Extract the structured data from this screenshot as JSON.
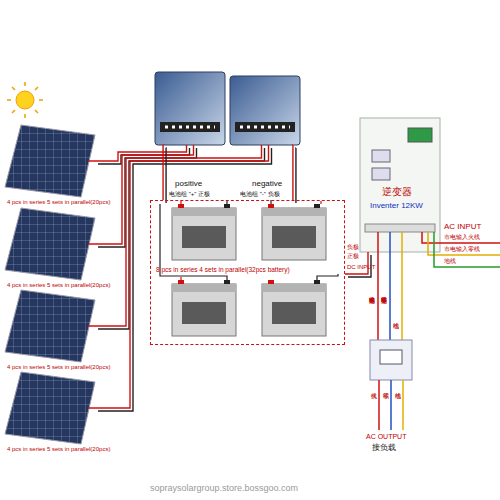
{
  "diagram": {
    "nodes": [
      {
        "text": [
          "4 pcs in series 5 sets in parallel(20pcs)"
        ]
      },
      {
        "text": [
          "4 pcs in series 5 sets in parallel(20pcs)"
        ]
      },
      {
        "text": [
          "4 pcs in series 5 sets in parallel(20pcs)"
        ]
      },
      {
        "text": [
          "4 pcs in series 5 sets in parallel(20pcs)"
        ]
      },
      {
        "text": [
          "positive",
          "电池组 \"+\" 正极"
        ]
      },
      {
        "text": [
          "negative",
          "电池组 \"-\" 负极"
        ]
      },
      {
        "text": [
          "8 pcs in series 4 sets in parallel(32pcs battery)"
        ]
      },
      {
        "text": [
          "逆变器",
          "Inventer 12KW"
        ]
      }
    ],
    "edges": [
      {
        "from": 0,
        "to": 4,
        "arrow": "none"
      },
      {
        "from": 1,
        "to": 4,
        "arrow": "none"
      },
      {
        "from": 2,
        "to": 5,
        "arrow": "none"
      },
      {
        "from": 3,
        "to": 5,
        "arrow": "none"
      },
      {
        "from": 4,
        "to": 6,
        "arrow": "none"
      },
      {
        "from": 5,
        "to": 6,
        "arrow": "none"
      },
      {
        "from": 6,
        "to": 7,
        "label": "DC INPUT",
        "arrow": "none"
      }
    ],
    "labels": [
      "AC INPUT",
      "市电输入火线",
      "市电输入零线",
      "地线",
      "负极",
      "正极",
      "逆变输出火线",
      "逆变输出零线",
      "地线",
      "火线",
      "零线",
      "地线",
      "AC OUTPUT",
      "接负载",
      "sopraysolargroup.store.bossgoo.com"
    ]
  }
}
